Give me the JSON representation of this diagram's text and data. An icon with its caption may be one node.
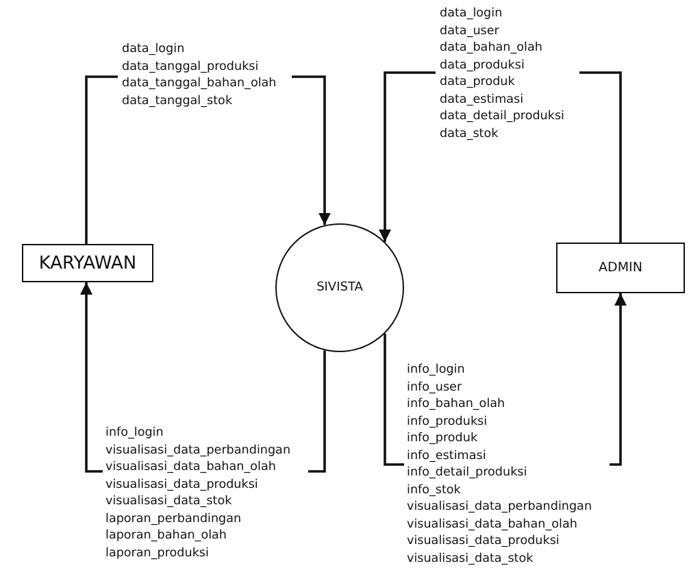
{
  "diagram": {
    "nodes": [
      {
        "text": [
          "KARYAWAN"
        ]
      },
      {
        "text": [
          "SIVISTA"
        ]
      },
      {
        "text": [
          "ADMIN"
        ]
      }
    ],
    "edges": [
      {
        "from": 0,
        "to": 1,
        "arrow": "to",
        "label": "data_login data_tanggal_produksi data_tanggal_bahan_olah data_tanggal_stok"
      },
      {
        "from": 2,
        "to": 1,
        "arrow": "to",
        "label": "data_login data_user data_bahan_olah data_produksi data_produk data_estimasi data_detail_produksi data_stok"
      },
      {
        "from": 1,
        "to": 0,
        "arrow": "to",
        "label": "info_login visualisasi_data_perbandingan visualisasi_data_bahan_olah visualisasi_data_produksi visualisasi_data_stok laporan_perbandingan laporan_bahan_olah laporan_produksi"
      },
      {
        "from": 1,
        "to": 2,
        "arrow": "to",
        "label": "info_login info_user info_bahan_olah info_produksi info_produk info_estimasi info_detail_produksi info_stok visualisasi_data_perbandingan visualisasi_data_bahan_olah visualisasi_data_produksi visualisasi_data_stok"
      }
    ]
  }
}
